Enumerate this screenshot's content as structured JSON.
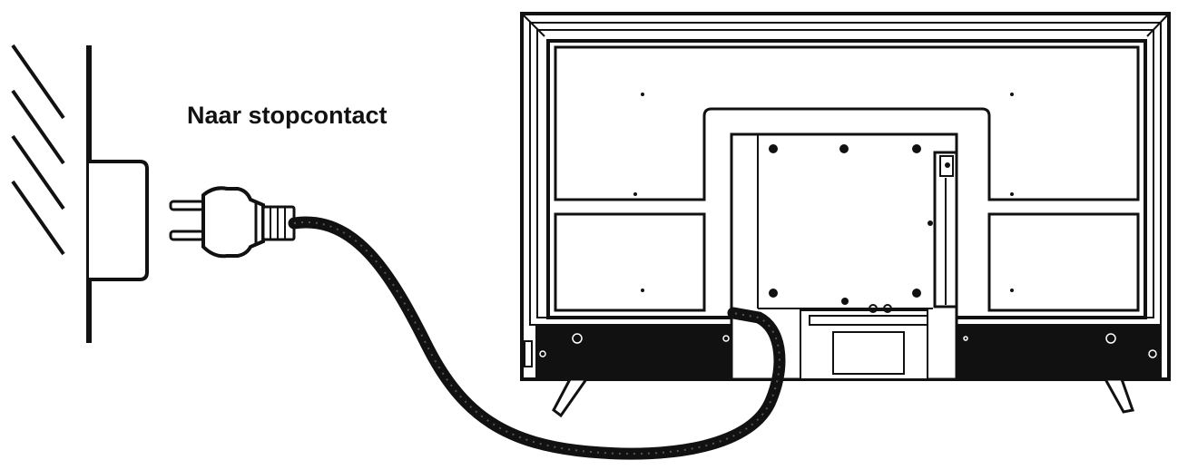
{
  "diagram": {
    "label": "Naar stopcontact",
    "parts": [
      "wall-outlet",
      "power-plug",
      "power-cord",
      "tv-rear-panel",
      "tv-stand-feet"
    ],
    "colors": {
      "line": "#111111",
      "background": "#ffffff"
    }
  }
}
